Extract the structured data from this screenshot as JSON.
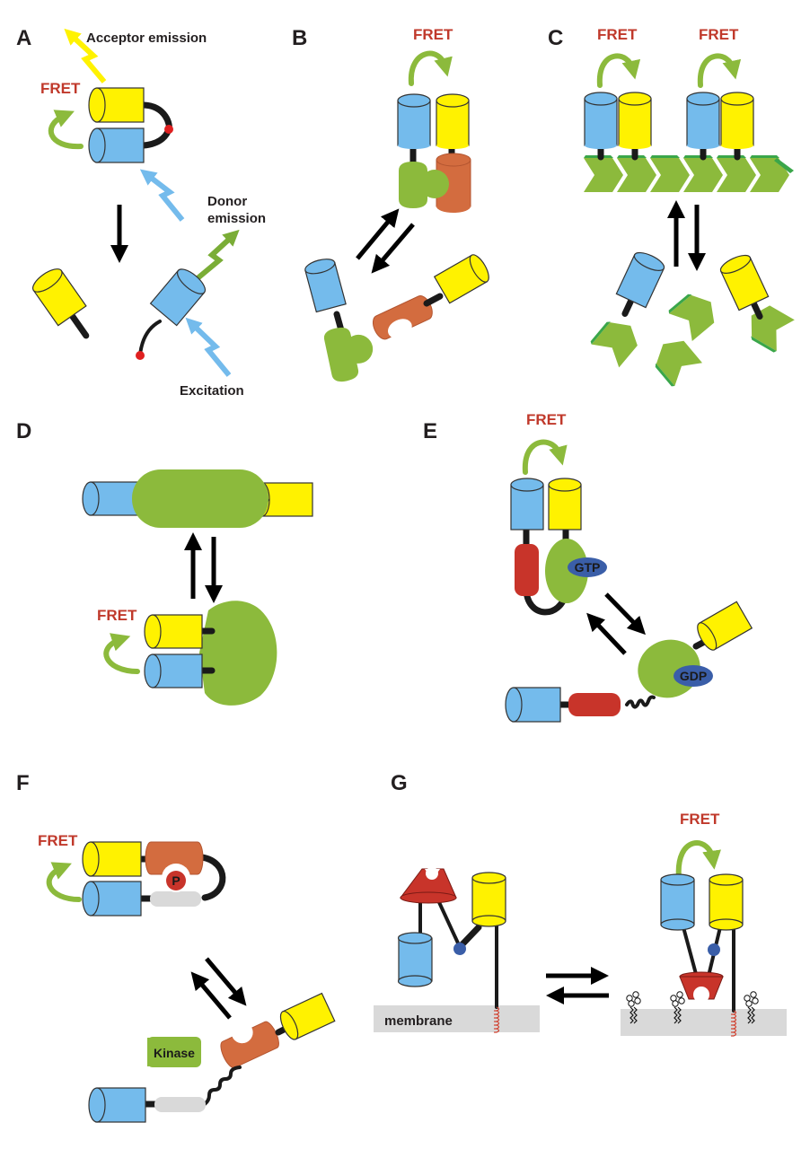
{
  "colors": {
    "donor": "#74bbec",
    "acceptor": "#fff200",
    "green": "#8cba3c",
    "dark_green": "#3aa64a",
    "orange": "#d36c3f",
    "red": "#c8342a",
    "blue_chip": "#3a5ea8",
    "fret_text": "#c0392b",
    "membrane": "#d9d9d9",
    "spring": "#d0402f"
  },
  "panels": {
    "A": {
      "label": "A",
      "acceptor_emission": "Acceptor emission",
      "fret": "FRET",
      "donor_emission_1": "Donor",
      "donor_emission_2": "emission",
      "excitation": "Excitation"
    },
    "B": {
      "label": "B",
      "fret": "FRET"
    },
    "C": {
      "label": "C",
      "fret_1": "FRET",
      "fret_2": "FRET"
    },
    "D": {
      "label": "D",
      "fret": "FRET"
    },
    "E": {
      "label": "E",
      "fret": "FRET",
      "gtp": "GTP",
      "gdp": "GDP"
    },
    "F": {
      "label": "F",
      "fret": "FRET",
      "phospho": "P",
      "kinase": "Kinase"
    },
    "G": {
      "label": "G",
      "fret": "FRET",
      "membrane": "membrane"
    }
  }
}
